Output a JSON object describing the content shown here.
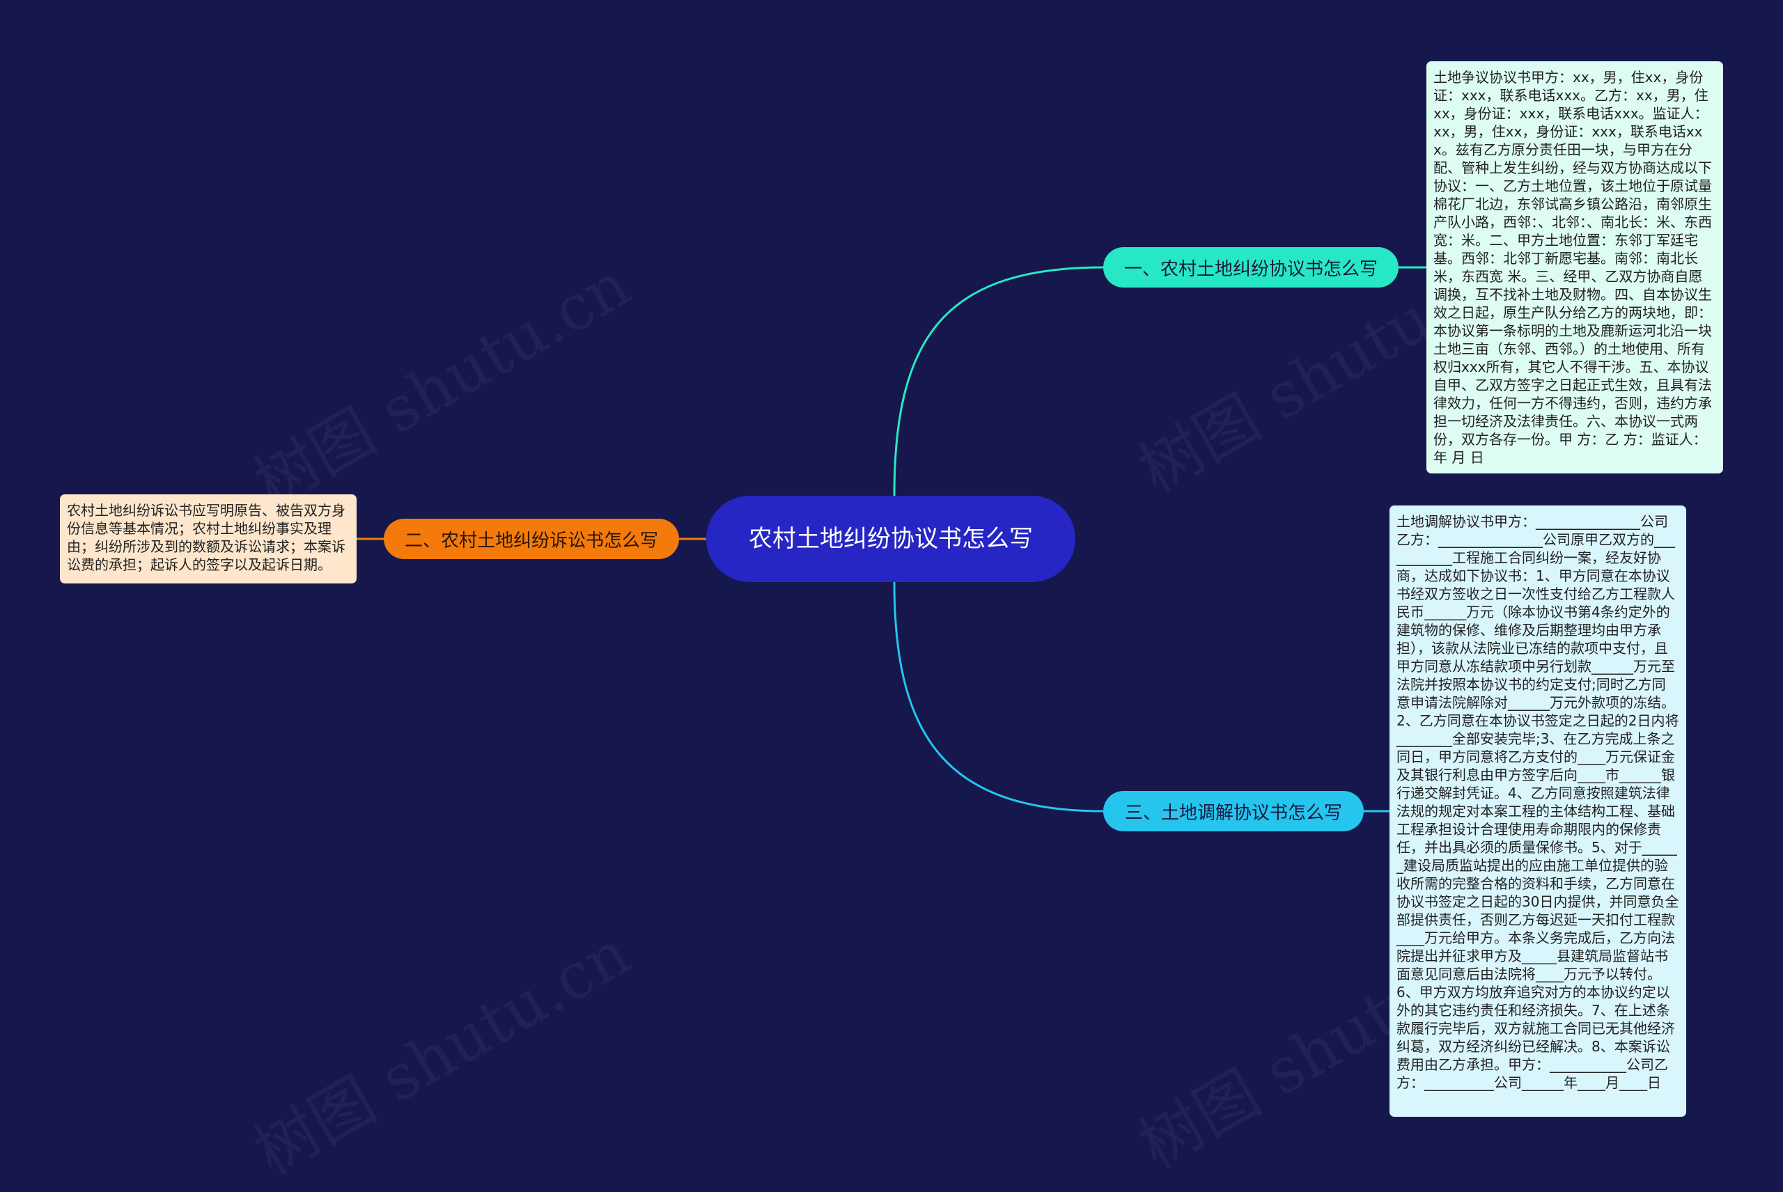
{
  "root": {
    "label": "农村土地纠纷协议书怎么写"
  },
  "branches": [
    {
      "label": "一、农村土地纠纷协议书怎么写",
      "note": "土地争议协议书甲方：xx，男，住xx，身份证：xxx，联系电话xxx。乙方：xx，男，住xx，身份证：xxx，联系电话xxx。监证人：xx，男，住xx，身份证：xxx，联系电话xxx。兹有乙方原分责任田一块，与甲方在分配、管种上发生纠纷，经与双方协商达成以下协议：一、乙方土地位置，该土地位于原试量棉花厂北边，东邻试高乡镇公路沿，南邻原生产队小路，西邻：、北邻：、南北长：米、东西宽：米。二、甲方土地位置：东邻丁军廷宅基。西邻：北邻丁新愿宅基。南邻：南北长 米，东西宽 米。三、经甲、乙双方协商自愿调换，互不找补土地及财物。四、自本协议生效之日起，原生产队分给乙方的两块地，即：本协议第一条标明的土地及鹿新运河北沿一块土地三亩（东邻、西邻。）的土地使用、所有权归xxx所有，其它人不得干涉。五、本协议自甲、乙双方签字之日起正式生效，且具有法律效力，任何一方不得违约，否则，违约方承担一切经济及法律责任。六、本协议一式两份，双方各存一份。甲 方：乙 方：监证人：年 月 日"
    },
    {
      "label": "二、农村土地纠纷诉讼书怎么写",
      "note": "农村土地纠纷诉讼书应写明原告、被告双方身份信息等基本情况；农村土地纠纷事实及理由；纠纷所涉及到的数额及诉讼请求；本案诉讼费的承担；起诉人的签字以及起诉日期。"
    },
    {
      "label": "三、土地调解协议书怎么写",
      "note": "土地调解协议书甲方：_______________公司乙方：_______________公司原甲乙双方的___________工程施工合同纠纷一案，经友好协商，达成如下协议书：1、甲方同意在本协议书经双方签收之日一次性支付给乙方工程款人民币______万元（除本协议书第4条约定外的建筑物的保修、维修及后期整理均由甲方承担），该款从法院业已冻结的款项中支付，且甲方同意从冻结款项中另行划款______万元至法院并按照本协议书的约定支付;同时乙方同意申请法院解除对______万元外款项的冻结。2、乙方同意在本协议书签定之日起的2日内将________全部安装完毕;3、在乙方完成上条之同日，甲方同意将乙方支付的____万元保证金及其银行利息由甲方签字后向____市______银行递交解封凭证。4、乙方同意按照建筑法律法规的规定对本案工程的主体结构工程、基础工程承担设计合理使用寿命期限内的保修责任，并出具必须的质量保修书。5、对于______建设局质监站提出的应由施工单位提供的验收所需的完整合格的资料和手续，乙方同意在协议书签定之日起的30日内提供，并同意负全部提供责任，否则乙方每迟延一天扣付工程款____万元给甲方。本条义务完成后，乙方向法院提出并征求甲方及_____县建筑局监督站书面意见同意后由法院将____万元予以转付。6、甲方双方均放弃追究对方的本协议约定以外的其它违约责任和经济损失。7、在上述条款履行完毕后，双方就施工合同已无其他经济纠葛，双方经济纠纷已经解决。8、本案诉讼费用由乙方承担。甲方：___________公司乙方：__________公司______年____月____日"
    }
  ],
  "watermark": "树图 shutu.cn",
  "colors": {
    "background": "#15174d",
    "root": "#2626c4",
    "branch1": "#27e8c4",
    "branch2": "#f47a0c",
    "branch3": "#25c5ee"
  }
}
